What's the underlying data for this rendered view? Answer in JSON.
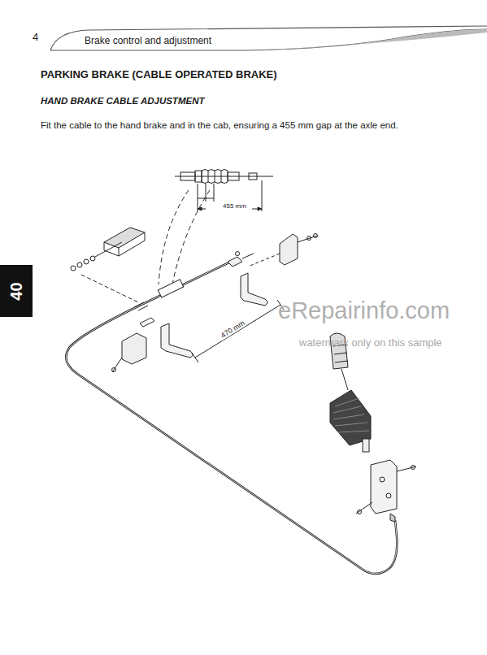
{
  "diagram": {
    "title": "PARKING BRAKE (CABLE OPERATED BRAKE)",
    "nodes": [
      {
        "text": [
          "40"
        ]
      }
    ],
    "edges": [],
    "labels": [
      "4",
      "Brake control and adjustment",
      "HAND BRAKE CABLE ADJUSTMENT",
      "Fit the cable to the hand brake and in the cab, ensuring a 455 mm gap at the axle end.",
      "455 mm",
      "470 mm",
      "eRepairinfo.com",
      "watermark only on this sample"
    ]
  }
}
